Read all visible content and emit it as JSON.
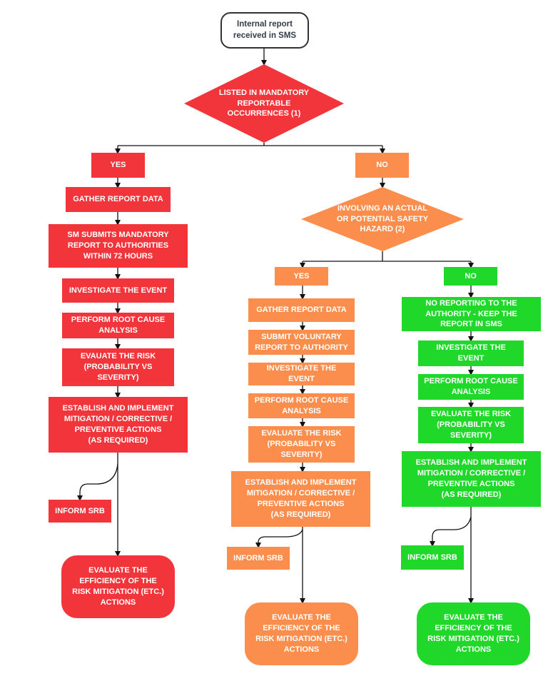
{
  "colors": {
    "red": "#f2343b",
    "orange": "#fb8e4d",
    "green": "#1fd82a",
    "line": "#111111"
  },
  "start": "Internal report\nreceived in SMS",
  "decision_mandatory": "LISTED IN MANDATORY\nREPORTABLE\nOCCURRENCES (1)",
  "mandatory_yes": {
    "label": "YES",
    "gather": "GATHER REPORT DATA",
    "submit": "SM SUBMITS MANDATORY\nREPORT TO AUTHORITIES\nWITHIN 72 HOURS",
    "investigate": "INVESTIGATE THE EVENT",
    "root_cause": "PERFORM ROOT CAUSE\nANALYSIS",
    "evaluate_risk": "EVAUATE THE RISK\n(PROBABILITY VS\nSEVERITY)",
    "establish": "ESTABLISH AND IMPLEMENT\nMITIGATION / CORRECTIVE /\nPREVENTIVE ACTIONS\n(AS REQUIRED)",
    "inform": "INFORM SRB",
    "evaluate_efficiency": "EVALUATE THE\nEFFICIENCY OF THE\nRISK MITIGATION (ETC.)\nACTIONS"
  },
  "mandatory_no": {
    "label": "NO"
  },
  "decision_hazard": "INVOLVING AN ACTUAL\nOR POTENTIAL SAFETY\nHAZARD (2)",
  "hazard_yes": {
    "label": "YES",
    "gather": "GATHER REPORT DATA",
    "submit": "SUBMIT VOLUNTARY\nREPORT TO AUTHORITY",
    "investigate": "INVESTIGATE THE\nEVENT",
    "root_cause": "PERFORM ROOT CAUSE\nANALYSIS",
    "evaluate_risk": "EVALUATE THE RISK\n(PROBABILITY VS\nSEVERITY)",
    "establish": "ESTABLISH AND IMPLEMENT\nMITIGATION / CORRECTIVE /\nPREVENTIVE ACTIONS\n(AS REQUIRED)",
    "inform": "INFORM SRB",
    "evaluate_efficiency": "EVALUATE THE\nEFFICIENCY OF THE\nRISK MITIGATION (ETC.)\nACTIONS"
  },
  "hazard_no": {
    "label": "NO",
    "no_reporting": "NO REPORTING TO THE\nAUTHORITY - KEEP THE\nREPORT IN SMS",
    "investigate": "INVESTIGATE THE\nEVENT",
    "root_cause": "PERFORM ROOT CAUSE\nANALYSIS",
    "evaluate_risk": "EVALUATE THE RISK\n(PROBABILITY VS\nSEVERITY)",
    "establish": "ESTABLISH AND IMPLEMENT\nMITIGATION / CORRECTIVE /\nPREVENTIVE ACTIONS\n(AS REQUIRED)",
    "inform": "INFORM SRB",
    "evaluate_efficiency": "EVALUATE THE\nEFFICIENCY OF THE\nRISK MITIGATION (ETC.)\nACTIONS"
  }
}
